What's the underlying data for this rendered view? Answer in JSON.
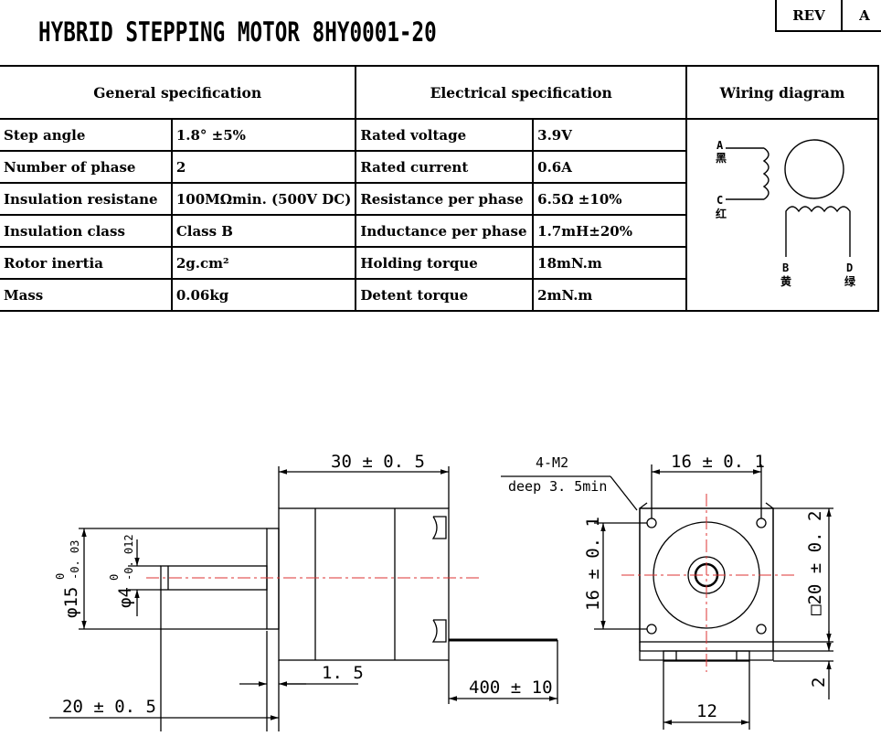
{
  "title": "HYBRID STEPPING MOTOR  8HY0001-20",
  "rev": {
    "label": "REV",
    "value": "A"
  },
  "headers": {
    "general": "General  specification",
    "electrical": "Electrical  specification",
    "wiring": "Wiring diagram"
  },
  "general": [
    {
      "label": "Step angle",
      "value": "1.8° ±5%"
    },
    {
      "label": "Number of phase",
      "value": "2"
    },
    {
      "label": "Insulation resistane",
      "value": "100MΩmin. (500V DC)"
    },
    {
      "label": "Insulation class",
      "value": "Class B"
    },
    {
      "label": "Rotor inertia",
      "value": "2g.cm²"
    },
    {
      "label": "Mass",
      "value": "0.06kg"
    }
  ],
  "electrical": [
    {
      "label": "Rated voltage",
      "value": "3.9V"
    },
    {
      "label": "Rated current",
      "value": "0.6A"
    },
    {
      "label": "Resistance per phase",
      "value": "6.5Ω ±10%"
    },
    {
      "label": "Inductance per phase",
      "value": "1.7mH±20%"
    },
    {
      "label": "Holding torque",
      "value": "18mN.m"
    },
    {
      "label": "Detent torque",
      "value": "2mN.m"
    }
  ],
  "wiring": {
    "a": "A",
    "a_color": "黑",
    "c": "C",
    "c_color": "红",
    "b": "B",
    "b_color": "黄",
    "d": "D",
    "d_color": "绿"
  },
  "dims": {
    "length": "30 ± 0. 5",
    "flange": "1. 5",
    "shaft_len": "20 ± 0. 5",
    "lead": "400 ± 10",
    "boss_dia": "φ15",
    "boss_tol_up": "0",
    "boss_tol_low": "-0. 03",
    "shaft_dia": "φ4",
    "shaft_tol_up": "0",
    "shaft_tol_low": "-0. 012",
    "holes": "4-M2",
    "hole_depth": "deep 3. 5min",
    "hole_spacing_h": "16 ± 0. 1",
    "hole_spacing_v": "16 ± 0. 1",
    "square": "□20 ± 0. 2",
    "connector_w": "12",
    "connector_h": "2"
  }
}
